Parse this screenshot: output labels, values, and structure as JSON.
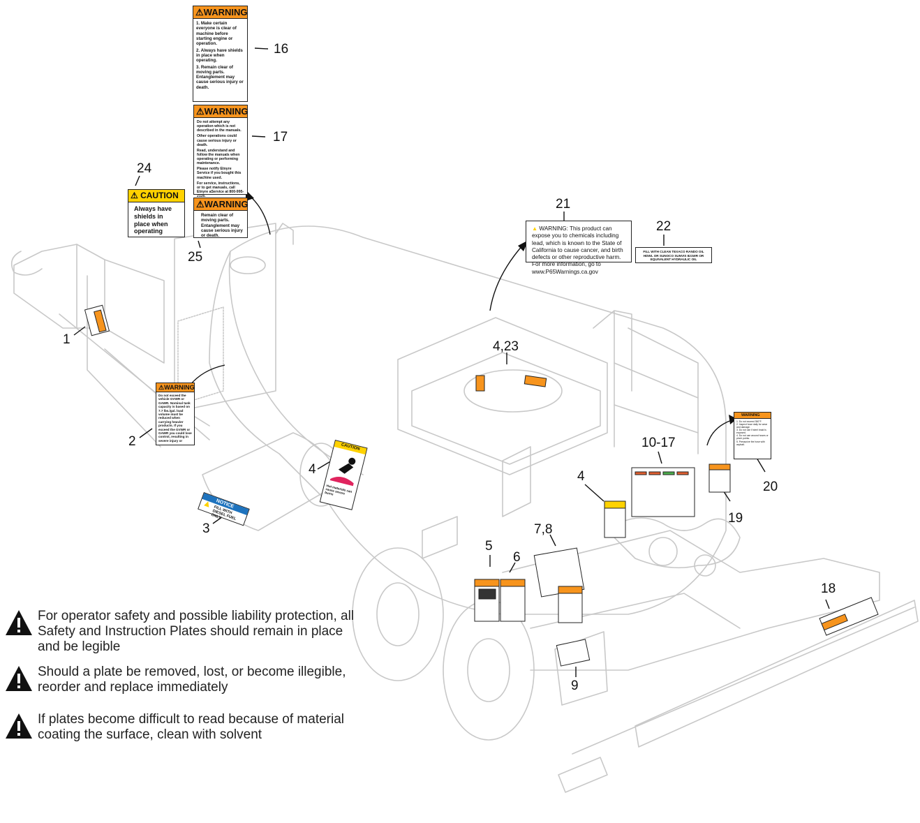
{
  "callouts": [
    {
      "id": "c1",
      "text": "1"
    },
    {
      "id": "c2",
      "text": "2"
    },
    {
      "id": "c3",
      "text": "3"
    },
    {
      "id": "c4a",
      "text": "4"
    },
    {
      "id": "c423",
      "text": "4,23"
    },
    {
      "id": "c4b",
      "text": "4"
    },
    {
      "id": "c5",
      "text": "5"
    },
    {
      "id": "c6",
      "text": "6"
    },
    {
      "id": "c78",
      "text": "7,8"
    },
    {
      "id": "c9",
      "text": "9"
    },
    {
      "id": "c1017",
      "text": "10-17"
    },
    {
      "id": "c16",
      "text": "16"
    },
    {
      "id": "c17",
      "text": "17"
    },
    {
      "id": "c18",
      "text": "18"
    },
    {
      "id": "c19",
      "text": "19"
    },
    {
      "id": "c20",
      "text": "20"
    },
    {
      "id": "c21",
      "text": "21"
    },
    {
      "id": "c22",
      "text": "22"
    },
    {
      "id": "c24",
      "text": "24"
    },
    {
      "id": "c25",
      "text": "25"
    }
  ],
  "decals": {
    "d16": {
      "header": "WARNING",
      "lines": [
        "1. Make certain everyone is clear of machine before starting engine or operation.",
        "2. Always have shields in place when operating.",
        "3. Remain clear of moving parts. Entanglement may cause serious injury or death."
      ]
    },
    "d17": {
      "header": "WARNING",
      "lines": [
        "Do not attempt any operation which is not described in the manuals.",
        "Other operations could cause serious injury or death.",
        "Read, understand and follow the manuals when operating or performing maintenance.",
        "Please notify Etnyre Service if you bought this machine used.",
        "For service, instructions, or to get manuals, call Etnyre aService at 800-995-2116."
      ]
    },
    "d25": {
      "header": "WARNING",
      "lines": [
        "Remain clear of moving parts. Entanglement may cause serious injury or death."
      ]
    },
    "d24": {
      "header": "CAUTION",
      "lines": [
        "Always have shields in place when operating"
      ]
    },
    "d2": {
      "header": "WARNING",
      "lines": [
        "Do not exceed the vehicle GVWR or GAWR. Nominal tank capacity is based on 7.7 lbs./gal. load volume must be reduced when carrying heavier products. If you exceed the GVWR or GAWR you could lose control, resulting in severe injury or"
      ]
    },
    "d21": {
      "text": "WARNING: This product can expose you to chemicals including lead, which is known to the State of California to cause cancer, and birth defects or other reproductive harm. For more information, go to www.P65Warnings.ca.gov"
    },
    "d22": {
      "text": "FILL WITH CLEAN TEXACO RANDO OIL HDWL OR SUNOCO SUNVIS 821WR OR EQUIVALENT HYDRAULIC OIL"
    },
    "d3": {
      "header": "NOTICE",
      "text": "FILL WITH DIESEL FUEL ONLY"
    },
    "d4": {
      "header": "CAUTION",
      "text": "Hot materials can cause severe burns"
    },
    "d20": {
      "header": "WARNING",
      "lines": [
        "1. Do not exceed 350°F.",
        "2. Inspect hose daily for wear and damage.",
        "3. Do not use if steel braid is exposed.",
        "4. Do not use around hoses or pinch points.",
        "5. Pressurize the hose with asphalt."
      ]
    }
  },
  "notes": [
    {
      "text": "For operator safety and possible liability protection, all Safety and Instruction Plates should remain in place and be legible"
    },
    {
      "text": "Should a plate be removed, lost, or become illegible, reorder and replace immediately"
    },
    {
      "text": "If plates become difficult to read because of material coating the surface, clean with solvent"
    }
  ],
  "colors": {
    "warning": "#f7941d",
    "caution": "#ffd200",
    "notice": "#1e73be",
    "machine_line": "#c8c8c8",
    "text": "#111111"
  }
}
